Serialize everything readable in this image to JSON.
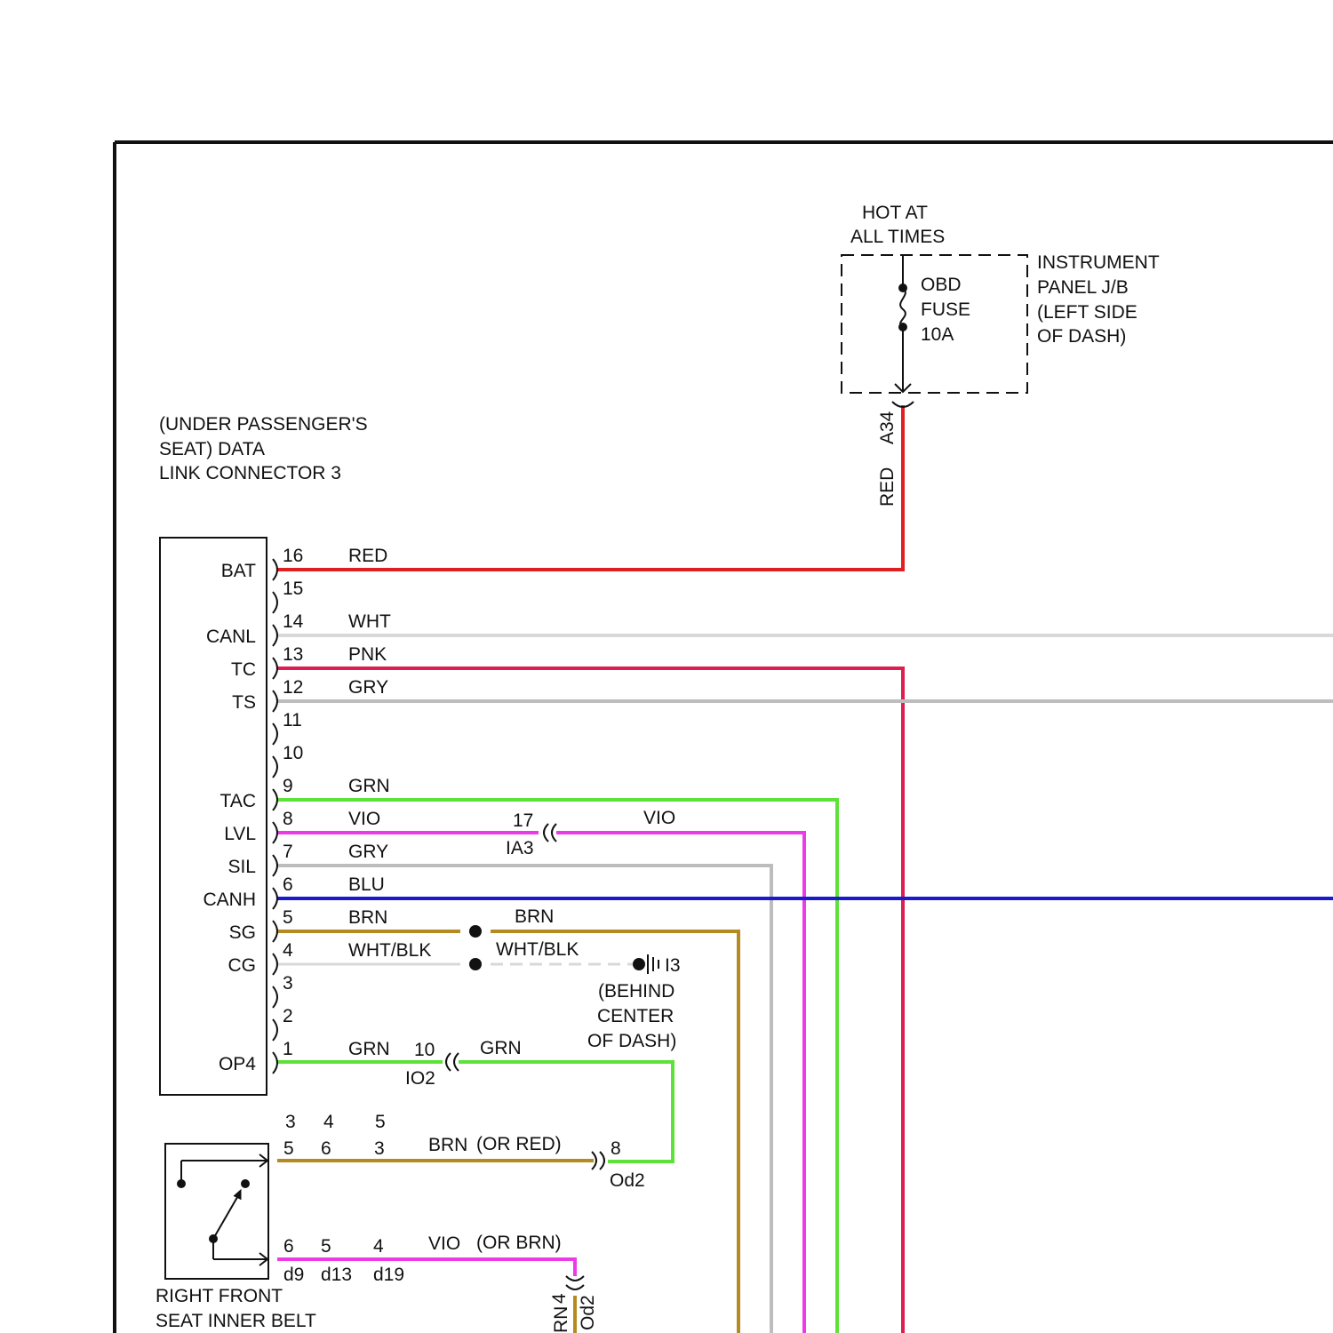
{
  "colors": {
    "RED": "#e02020",
    "WHT": "#d8d8d8",
    "PNK": "#dc1f4f",
    "GRY": "#bdbdbd",
    "GRN": "#5ee23a",
    "VIO": "#ee3ae6",
    "BLU": "#1a1acc",
    "BRN": "#b58a22",
    "frame": "#111111"
  },
  "power": {
    "hot_line1": "HOT AT",
    "hot_line2": "ALL TIMES",
    "fuse_line1": "OBD",
    "fuse_line2": "FUSE",
    "fuse_line3": "10A",
    "jb_line1": "INSTRUMENT",
    "jb_line2": "PANEL J/B",
    "jb_line3": "(LEFT SIDE",
    "jb_line4": "OF DASH)",
    "connector": "A34",
    "wire_color": "RED"
  },
  "dlc": {
    "title_line1": "(UNDER PASSENGER'S",
    "title_line2": "SEAT) DATA",
    "title_line3": "LINK CONNECTOR 3",
    "pins": [
      {
        "num": "16",
        "label": "BAT",
        "wire": "RED",
        "color": "RED"
      },
      {
        "num": "15",
        "label": "",
        "wire": "",
        "color": ""
      },
      {
        "num": "14",
        "label": "CANL",
        "wire": "WHT",
        "color": "WHT"
      },
      {
        "num": "13",
        "label": "TC",
        "wire": "PNK",
        "color": "PNK"
      },
      {
        "num": "12",
        "label": "TS",
        "wire": "GRY",
        "color": "GRY"
      },
      {
        "num": "11",
        "label": "",
        "wire": "",
        "color": ""
      },
      {
        "num": "10",
        "label": "",
        "wire": "",
        "color": ""
      },
      {
        "num": "9",
        "label": "TAC",
        "wire": "GRN",
        "color": "GRN"
      },
      {
        "num": "8",
        "label": "LVL",
        "wire": "VIO",
        "color": "VIO"
      },
      {
        "num": "7",
        "label": "SIL",
        "wire": "GRY",
        "color": "GRY"
      },
      {
        "num": "6",
        "label": "CANH",
        "wire": "BLU",
        "color": "BLU"
      },
      {
        "num": "5",
        "label": "SG",
        "wire": "BRN",
        "color": "BRN"
      },
      {
        "num": "4",
        "label": "CG",
        "wire": "WHT/BLK",
        "color": "WHT"
      },
      {
        "num": "3",
        "label": "",
        "wire": "",
        "color": ""
      },
      {
        "num": "2",
        "label": "",
        "wire": "",
        "color": ""
      },
      {
        "num": "1",
        "label": "OP4",
        "wire": "GRN",
        "color": "GRN"
      }
    ]
  },
  "connectors": {
    "ia3_pin": "17",
    "ia3_name": "IA3",
    "ia3_wire": "VIO",
    "sg_wire_right": "BRN",
    "cg_wire_right": "WHT/BLK",
    "ground_name": "I3",
    "ground_loc1": "(BEHIND",
    "ground_loc2": "CENTER",
    "ground_loc3": "OF DASH)",
    "io2_pin": "10",
    "io2_name": "IO2",
    "io2_wire": "GRN",
    "od2_pin": "8",
    "od2_name": "Od2",
    "od2_lower_pin": "4",
    "od2_lower_name": "Od2",
    "od2_lower_wire_fragment": "RN"
  },
  "belt": {
    "title_line1": "RIGHT FRONT",
    "title_line2": "SEAT INNER BELT",
    "upper_pins_top": [
      "3",
      "4",
      "5"
    ],
    "upper_pins": [
      "5",
      "6",
      "3"
    ],
    "upper_wire": "BRN",
    "upper_alt": "(OR RED)",
    "lower_pins_top": [
      "6",
      "5",
      "4"
    ],
    "lower_pins": [
      "d9",
      "d13",
      "d19"
    ],
    "lower_wire": "VIO",
    "lower_alt": "(OR BRN)"
  }
}
